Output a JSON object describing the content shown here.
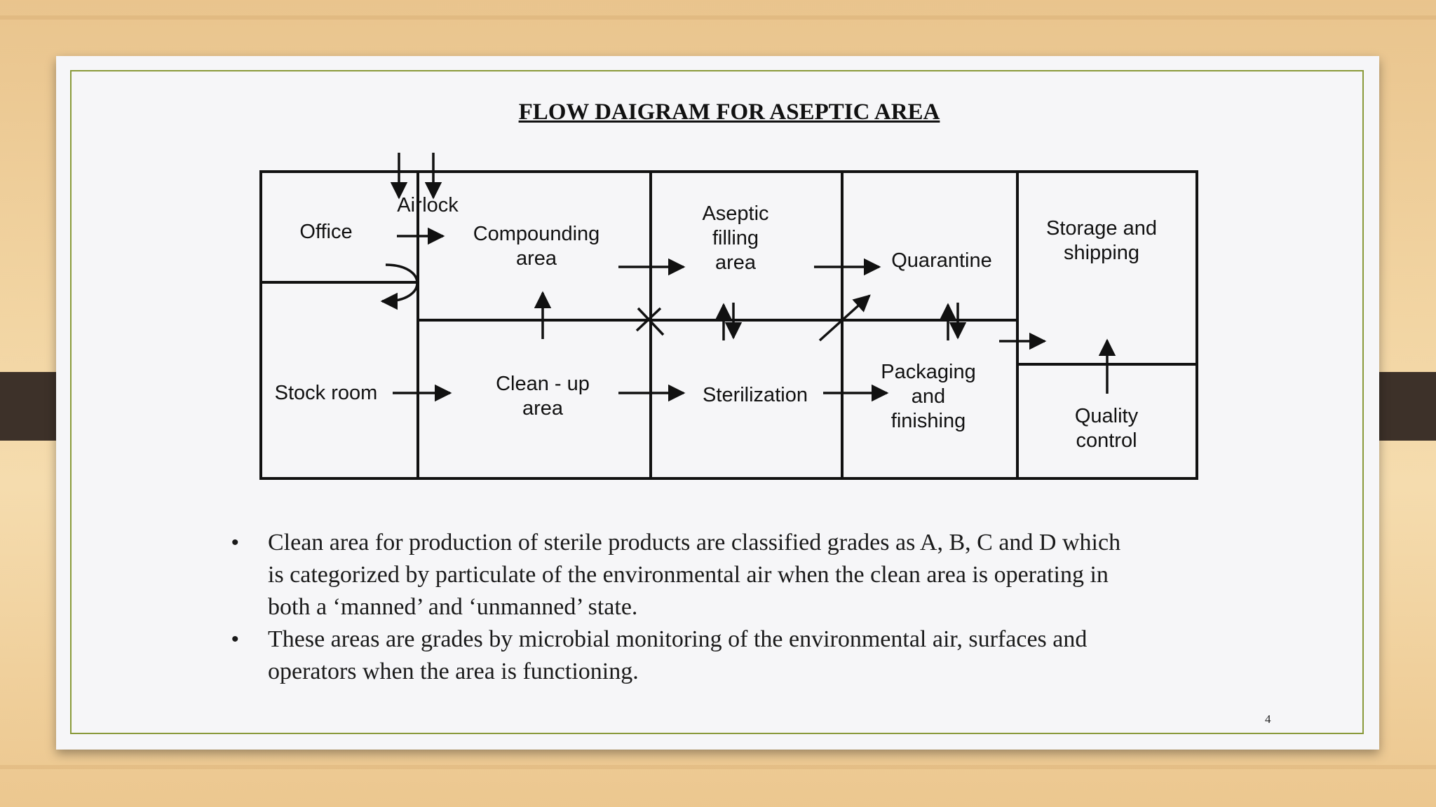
{
  "slide": {
    "title": "FLOW DAIGRAM FOR ASEPTIC AREA",
    "page_number": "4"
  },
  "diagram": {
    "labels": {
      "office": "Office",
      "air_lock_1": "Air",
      "air_lock_2": "lock",
      "compounding_1": "Compounding",
      "compounding_2": "area",
      "aseptic_1": "Aseptic",
      "aseptic_2": "filling",
      "aseptic_3": "area",
      "quarantine": "Quarantine",
      "storage_1": "Storage and",
      "storage_2": "shipping",
      "stock_room": "Stock room",
      "cleanup_1": "Clean - up",
      "cleanup_2": "area",
      "sterilization": "Sterilization",
      "packaging_1": "Packaging",
      "packaging_2": "and",
      "packaging_3": "finishing",
      "qc_1": "Quality",
      "qc_2": "control"
    }
  },
  "bullets": [
    {
      "line1": "Clean area for production of sterile products are classified grades as A, B, C and D which",
      "line2": "is categorized by particulate of the environmental air when the clean area is operating in",
      "line3": "both a ‘manned’ and ‘unmanned’ state."
    },
    {
      "line1": "These areas are grades by microbial monitoring of the environmental air, surfaces and",
      "line2": "operators when the area is functioning."
    }
  ],
  "colors": {
    "frame": "#8a9a3a",
    "tab": "#3d3129"
  }
}
